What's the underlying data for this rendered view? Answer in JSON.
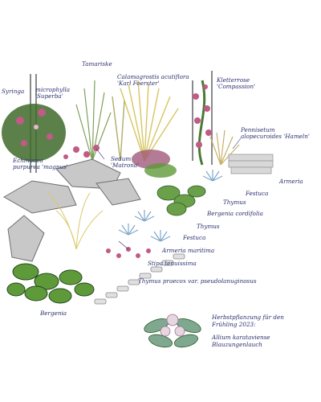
{
  "plant_labels": {
    "syringa": "Syringa",
    "microphylla": "microphylla 'Superba'",
    "tamariske": "Tamariske",
    "calamagrostis": "Calamagrostis acutiflora 'Karl Foerster'",
    "kletterrose": "Kletterrose 'Compassion'",
    "pennisetum": "Pennisetum alopecuroides 'Hameln'",
    "echinacea": "Echinacea purpurea 'magnus'",
    "sedum": "Sedum 'Matrona'",
    "armeria_right": "Armeria",
    "festuca_right": "Festuca",
    "thymus_upper": "Thymus",
    "bergenia_cordifolia": "Bergenia cordifolia",
    "thymus_lower": "Thymus",
    "festuca_lower": "Festuca",
    "armeria_maritima": "Armeria maritima",
    "stipa": "Stipa tenuissima",
    "thymus_praecox": "Thymus praecox var. pseudolanuginosus",
    "bergenia": "Bergenia"
  },
  "legend": {
    "line1": "Herbstpflanzung für den",
    "line2": "Frühling 2023:",
    "line3": "Allium karataviense",
    "line4": "Blauzungenlauch"
  },
  "colors": {
    "ink": "#2a2f6e",
    "foliage_green": "#5f9a3a",
    "grass_yellow": "#d9c86a",
    "festuca_blue": "#7fa8c8",
    "bloom_pink": "#c25a86",
    "stone_gray": "#b9b9b9"
  }
}
